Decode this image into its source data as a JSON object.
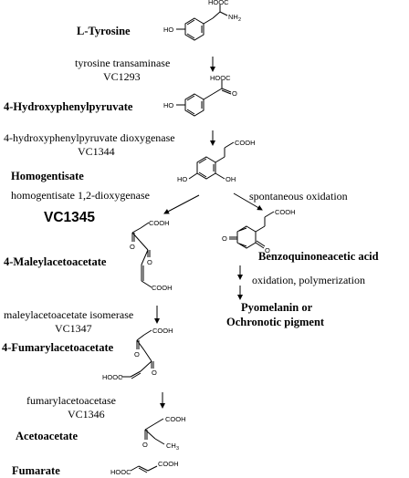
{
  "compounds": {
    "tyrosine": "L-Tyrosine",
    "hpp": "4-Hydroxyphenylpyruvate",
    "homogentisate": "Homogentisate",
    "maleylacetoacetate": "4-Maleylacetoacetate",
    "fumarylacetoacetate": "4-Fumarylacetoacetate",
    "acetoacetate": "Acetoacetate",
    "fumarate": "Fumarate",
    "benzoquinone": "Benzoquinoneacetic acid",
    "pyomelanin_line1": "Pyomelanin or",
    "pyomelanin_line2": "Ochronotic pigment"
  },
  "enzymes": {
    "tat_name": "tyrosine transaminase",
    "tat_gene": "VC1293",
    "hppd_name": "4-hydroxyphenylpyruvate dioxygenase",
    "hppd_gene": "VC1344",
    "hgd_name": "homogentisate 1,2-dioxygenase",
    "hgd_gene": "VC1345",
    "mai_name": "maleylacetoacetate isomerase",
    "mai_gene": "VC1347",
    "fah_name": "fumarylacetoacetase",
    "fah_gene": "VC1346",
    "spont": "spontaneous oxidation",
    "poly": "oxidation, polymerization"
  },
  "atoms": {
    "ho": "HO",
    "hooc": "HOOC",
    "cooh": "COOH",
    "nh": "NH",
    "nh_sub": "2",
    "oh": "OH",
    "o": "O",
    "ch": "CH",
    "ch_sub": "3"
  }
}
